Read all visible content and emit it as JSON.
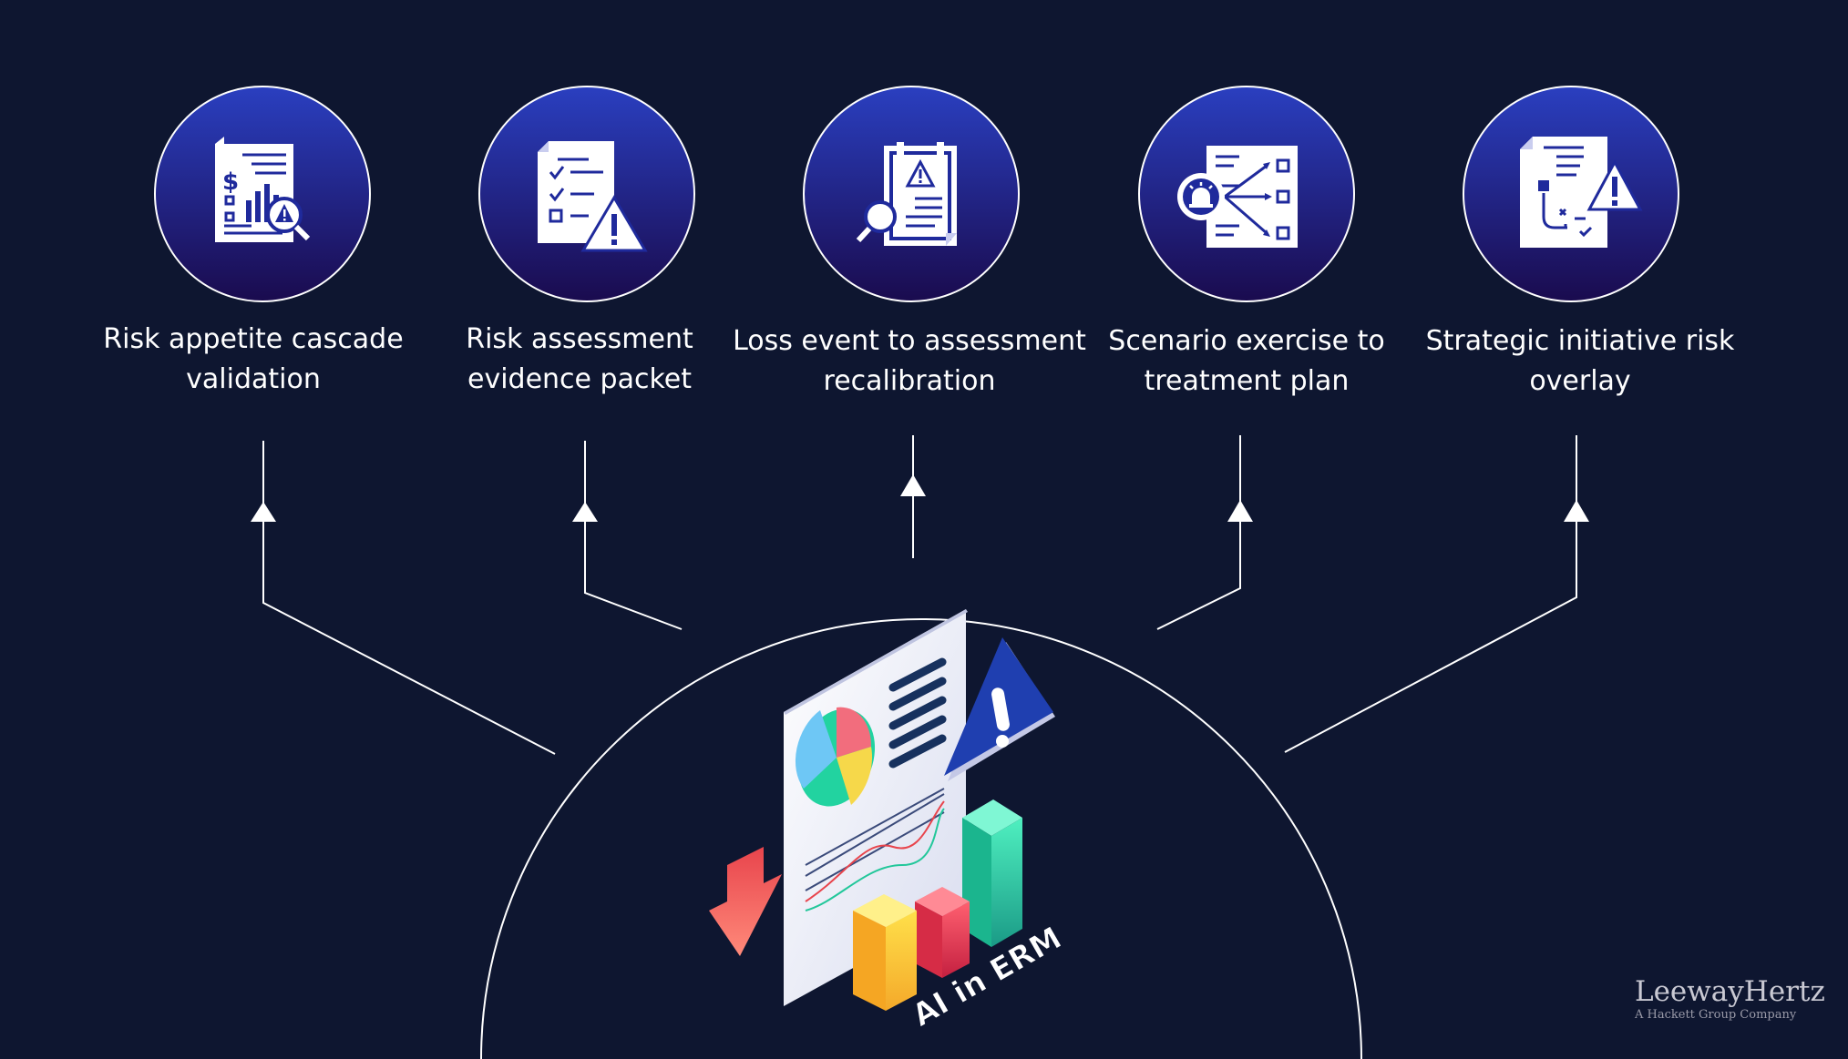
{
  "nodes": [
    {
      "line1": "Risk appetite cascade",
      "line2": "validation",
      "icon": "report-magnifier-warning-icon"
    },
    {
      "line1": "Risk assessment",
      "line2": "evidence packet",
      "icon": "checklist-warning-icon"
    },
    {
      "line1": "Loss event to assessment",
      "line2": "recalibration",
      "icon": "clipboard-warning-search-icon"
    },
    {
      "line1": "Scenario exercise to",
      "line2": "treatment plan",
      "icon": "alarm-branch-plan-icon"
    },
    {
      "line1": "Strategic initiative risk",
      "line2": "overlay",
      "icon": "strategy-map-warning-icon"
    }
  ],
  "center": {
    "label": "AI in ERM",
    "illustration": "erm-dashboard-illustration"
  },
  "brand": {
    "name": "LeewayHertz",
    "tagline": "A Hackett Group Company"
  },
  "colors": {
    "background": "#0e1630",
    "circle_top": "#2438b8",
    "circle_bottom": "#1a0c52",
    "line": "#ffffff"
  }
}
